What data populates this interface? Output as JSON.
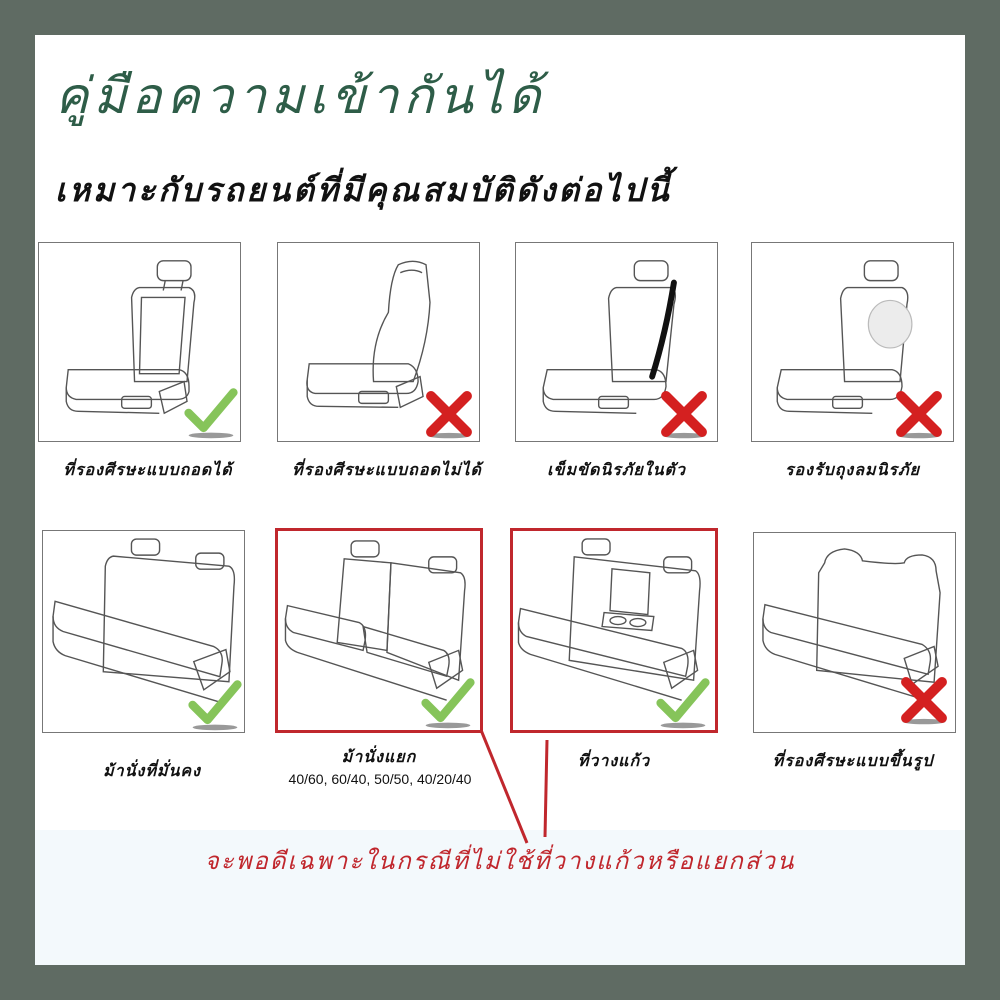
{
  "title": "คู่มือความเข้ากันได้",
  "subtitle": "เหมาะกับรถยนต์ที่มีคุณสมบัติดังต่อไปนี้",
  "items": [
    {
      "label": "ที่รองศีรษะแบบถอดได้",
      "status": "compatible"
    },
    {
      "label": "ที่รองศีรษะแบบถอดไม่ได้",
      "status": "not-compatible"
    },
    {
      "label": "เข็มขัดนิรภัยในตัว",
      "status": "not-compatible"
    },
    {
      "label": "รองรับถุงลมนิรภัย",
      "status": "not-compatible"
    },
    {
      "label": "ม้านั่งที่มั่นคง",
      "status": "compatible"
    },
    {
      "label": "ม้านั่งแยก",
      "sublabel": "40/60, 60/40, 50/50, 40/20/40",
      "status": "compatible",
      "highlighted": true
    },
    {
      "label": "ที่วางแก้ว",
      "status": "compatible",
      "highlighted": true
    },
    {
      "label": "ที่รองศีรษะแบบขึ้นรูป",
      "status": "not-compatible"
    }
  ],
  "note": "จะพอดีเฉพาะในกรณีที่ไม่ใช้ที่วางแก้วหรือแยกส่วน",
  "colors": {
    "title": "#2e5d48",
    "highlight": "#c0272d",
    "check": "#86c45a",
    "cross": "#d42020"
  },
  "icons": {
    "check": "check-mark-icon",
    "cross": "x-mark-icon"
  }
}
